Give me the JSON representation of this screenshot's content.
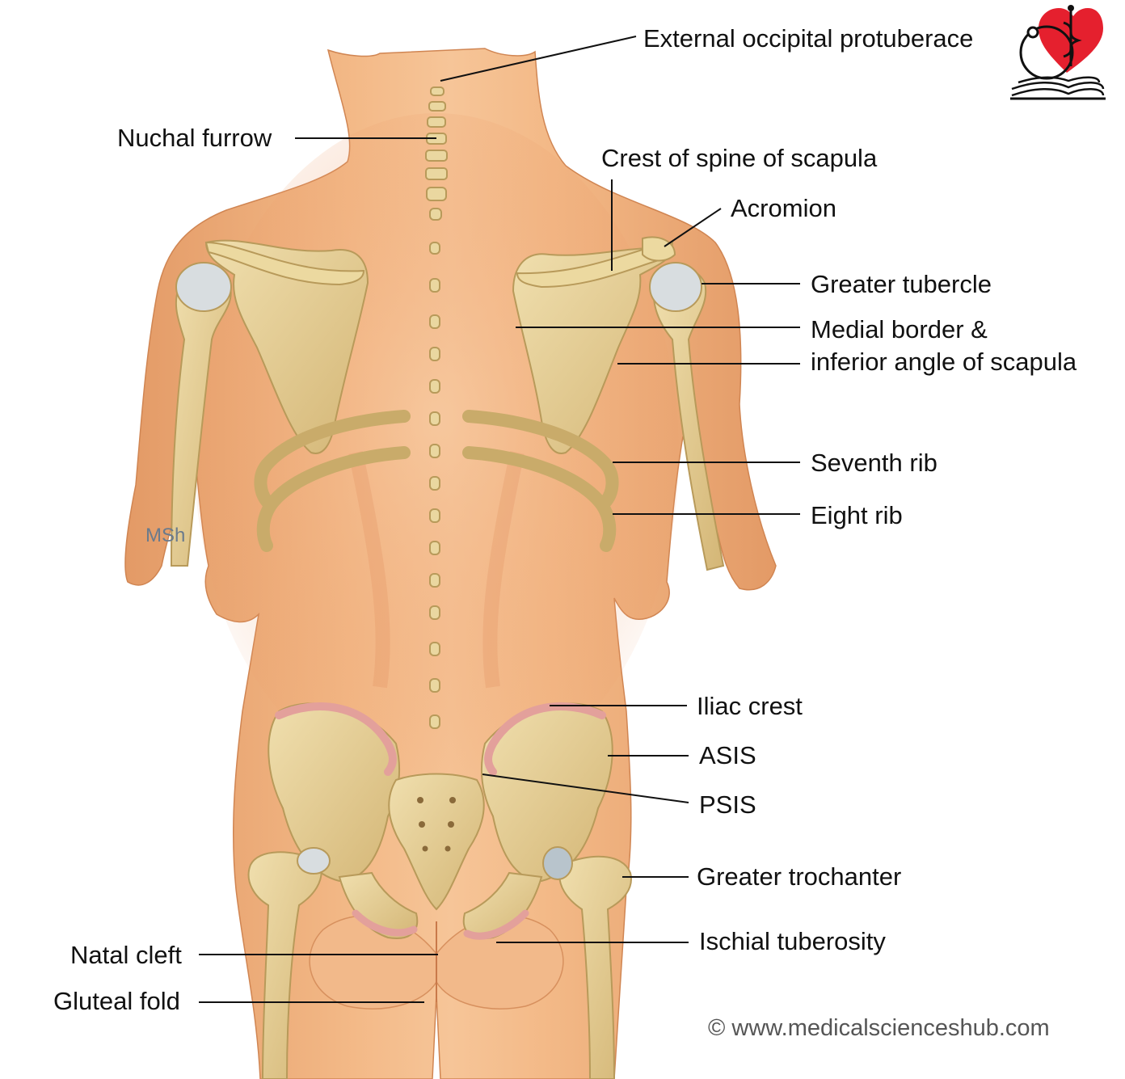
{
  "labels": {
    "external_occipital": "External occipital protuberace",
    "nuchal_furrow": "Nuchal furrow",
    "crest_spine_scapula": "Crest of spine of scapula",
    "acromion": "Acromion",
    "greater_tubercle": "Greater tubercle",
    "medial_border_1": "Medial border &",
    "medial_border_2": "inferior angle of scapula",
    "seventh_rib": "Seventh rib",
    "eighth_rib": "Eight rib",
    "iliac_crest": "Iliac crest",
    "asis": "ASIS",
    "psis": "PSIS",
    "greater_trochanter": "Greater trochanter",
    "ischial_tuberosity": "Ischial tuberosity",
    "natal_cleft": "Natal cleft",
    "gluteal_fold": "Gluteal fold"
  },
  "artist_signature": "MSh",
  "credit": "© www.medicalscienceshub.com",
  "colors": {
    "skin": "#f0b27a",
    "skin_shadow": "#d98a5c",
    "bone": "#e6cf93",
    "bone_edge": "#b89a5a",
    "cartilage": "#e8a4a0",
    "logo_heart": "#e5202e"
  }
}
